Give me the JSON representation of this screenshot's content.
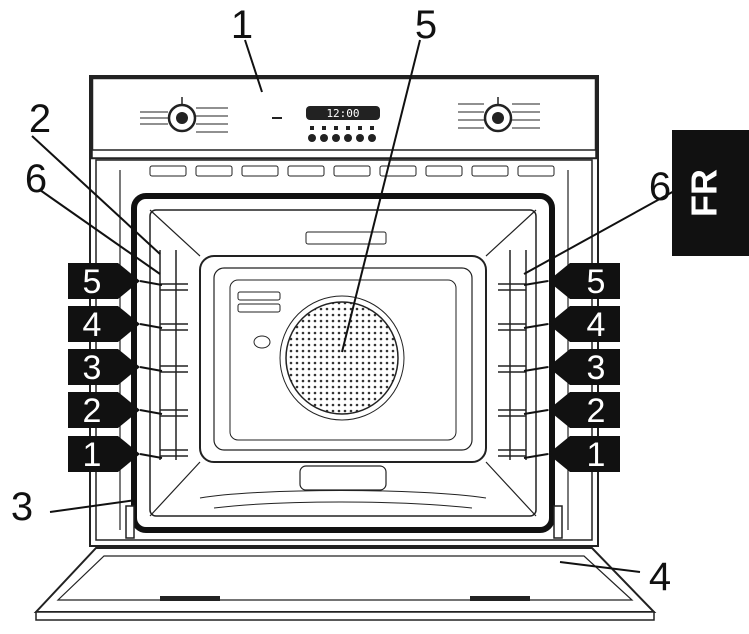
{
  "language_tab": {
    "label": "FR",
    "color": "#111111"
  },
  "callouts": {
    "control_panel": "1",
    "side_rack_left": "2",
    "door_seal": "3",
    "oven_door": "4",
    "fan_cover": "5",
    "rack_guide_left": "6",
    "rack_guide_right": "6"
  },
  "control_panel": {
    "display_text": "12:00"
  },
  "levels": {
    "left": [
      "5",
      "4",
      "3",
      "2",
      "1"
    ],
    "right": [
      "5",
      "4",
      "3",
      "2",
      "1"
    ]
  },
  "colors": {
    "line": "#222222",
    "tag_fill": "#111111",
    "seal": "#111111"
  }
}
